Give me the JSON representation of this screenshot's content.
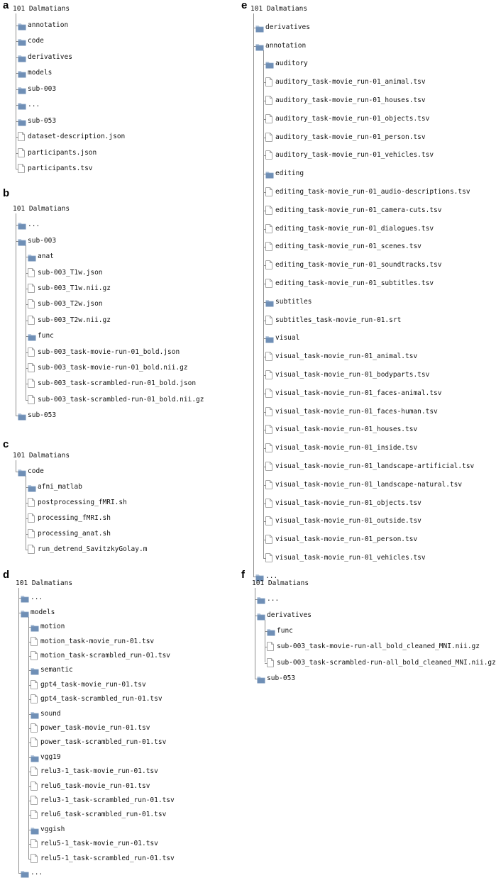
{
  "colors": {
    "folder_body": "#6f8fb6",
    "folder_tab": "#a3b9d3",
    "file_outline": "#8a8a8a",
    "tree_line": "#8e8e8e",
    "text": "#111111"
  },
  "panels": [
    {
      "id": "a",
      "letter": "a",
      "root": "101 Dalmatians",
      "entries": [
        {
          "name": "annotation",
          "type": "folder",
          "depth": 1
        },
        {
          "name": "code",
          "type": "folder",
          "depth": 1
        },
        {
          "name": "derivatives",
          "type": "folder",
          "depth": 1
        },
        {
          "name": "models",
          "type": "folder",
          "depth": 1
        },
        {
          "name": "sub-003",
          "type": "folder",
          "depth": 1
        },
        {
          "name": "...",
          "type": "folder",
          "depth": 1
        },
        {
          "name": "sub-053",
          "type": "folder",
          "depth": 1
        },
        {
          "name": "dataset-description.json",
          "type": "file",
          "depth": 1
        },
        {
          "name": "participants.json",
          "type": "file",
          "depth": 1
        },
        {
          "name": "participants.tsv",
          "type": "file",
          "depth": 1
        }
      ]
    },
    {
      "id": "b",
      "letter": "b",
      "root": "101 Dalmatians",
      "entries": [
        {
          "name": "...",
          "type": "folder",
          "depth": 1
        },
        {
          "name": "sub-003",
          "type": "folder",
          "depth": 1
        },
        {
          "name": "anat",
          "type": "folder",
          "depth": 2
        },
        {
          "name": "sub-003_T1w.json",
          "type": "file",
          "depth": 2
        },
        {
          "name": "sub-003_T1w.nii.gz",
          "type": "file",
          "depth": 2
        },
        {
          "name": "sub-003_T2w.json",
          "type": "file",
          "depth": 2
        },
        {
          "name": "sub-003_T2w.nii.gz",
          "type": "file",
          "depth": 2
        },
        {
          "name": "func",
          "type": "folder",
          "depth": 2
        },
        {
          "name": "sub-003_task-movie-run-01_bold.json",
          "type": "file",
          "depth": 2
        },
        {
          "name": "sub-003_task-movie-run-01_bold.nii.gz",
          "type": "file",
          "depth": 2
        },
        {
          "name": "sub-003_task-scrambled-run-01_bold.json",
          "type": "file",
          "depth": 2
        },
        {
          "name": "sub-003_task-scrambled-run-01_bold.nii.gz",
          "type": "file",
          "depth": 2
        },
        {
          "name": "sub-053",
          "type": "folder",
          "depth": 1
        }
      ]
    },
    {
      "id": "c",
      "letter": "c",
      "root": "101 Dalmatians",
      "entries": [
        {
          "name": "code",
          "type": "folder",
          "depth": 1
        },
        {
          "name": "afni_matlab",
          "type": "folder",
          "depth": 2
        },
        {
          "name": "postprocessing_fMRI.sh",
          "type": "file",
          "depth": 2
        },
        {
          "name": "processing_fMRI.sh",
          "type": "file",
          "depth": 2
        },
        {
          "name": "processing_anat.sh",
          "type": "file",
          "depth": 2
        },
        {
          "name": "run_detrend_SavitzkyGolay.m",
          "type": "file",
          "depth": 2
        }
      ]
    },
    {
      "id": "d",
      "letter": "d",
      "root": "101 Dalmatians",
      "entries": [
        {
          "name": "...",
          "type": "folder",
          "depth": 1
        },
        {
          "name": "models",
          "type": "folder",
          "depth": 1
        },
        {
          "name": "motion",
          "type": "folder",
          "depth": 2
        },
        {
          "name": "motion_task-movie_run-01.tsv",
          "type": "file",
          "depth": 2
        },
        {
          "name": "motion_task-scrambled_run-01.tsv",
          "type": "file",
          "depth": 2
        },
        {
          "name": "semantic",
          "type": "folder",
          "depth": 2
        },
        {
          "name": "gpt4_task-movie_run-01.tsv",
          "type": "file",
          "depth": 2
        },
        {
          "name": "gpt4_task-scrambled_run-01.tsv",
          "type": "file",
          "depth": 2
        },
        {
          "name": "sound",
          "type": "folder",
          "depth": 2
        },
        {
          "name": "power_task-movie_run-01.tsv",
          "type": "file",
          "depth": 2
        },
        {
          "name": "power_task-scrambled_run-01.tsv",
          "type": "file",
          "depth": 2
        },
        {
          "name": "vgg19",
          "type": "folder",
          "depth": 2
        },
        {
          "name": "relu3-1_task-movie_run-01.tsv",
          "type": "file",
          "depth": 2
        },
        {
          "name": "relu6_task-movie_run-01.tsv",
          "type": "file",
          "depth": 2
        },
        {
          "name": "relu3-1_task-scrambled_run-01.tsv",
          "type": "file",
          "depth": 2
        },
        {
          "name": "relu6_task-scrambled_run-01.tsv",
          "type": "file",
          "depth": 2
        },
        {
          "name": "vggish",
          "type": "folder",
          "depth": 2
        },
        {
          "name": "relu5-1_task-movie_run-01.tsv",
          "type": "file",
          "depth": 2
        },
        {
          "name": "relu5-1_task-scrambled_run-01.tsv",
          "type": "file",
          "depth": 2
        },
        {
          "name": "...",
          "type": "folder",
          "depth": 1
        }
      ]
    },
    {
      "id": "e",
      "letter": "e",
      "root": "101 Dalmatians",
      "entries": [
        {
          "name": "derivatives",
          "type": "folder",
          "depth": 1
        },
        {
          "name": "annotation",
          "type": "folder",
          "depth": 1
        },
        {
          "name": "auditory",
          "type": "folder",
          "depth": 2
        },
        {
          "name": "auditory_task-movie_run-01_animal.tsv",
          "type": "file",
          "depth": 2
        },
        {
          "name": "auditory_task-movie_run-01_houses.tsv",
          "type": "file",
          "depth": 2
        },
        {
          "name": "auditory_task-movie_run-01_objects.tsv",
          "type": "file",
          "depth": 2
        },
        {
          "name": "auditory_task-movie_run-01_person.tsv",
          "type": "file",
          "depth": 2
        },
        {
          "name": "auditory_task-movie_run-01_vehicles.tsv",
          "type": "file",
          "depth": 2
        },
        {
          "name": "editing",
          "type": "folder",
          "depth": 2
        },
        {
          "name": "editing_task-movie_run-01_audio-descriptions.tsv",
          "type": "file",
          "depth": 2
        },
        {
          "name": "editing_task-movie_run-01_camera-cuts.tsv",
          "type": "file",
          "depth": 2
        },
        {
          "name": "editing_task-movie_run-01_dialogues.tsv",
          "type": "file",
          "depth": 2
        },
        {
          "name": "editing_task-movie_run-01_scenes.tsv",
          "type": "file",
          "depth": 2
        },
        {
          "name": "editing_task-movie_run-01_soundtracks.tsv",
          "type": "file",
          "depth": 2
        },
        {
          "name": "editing_task-movie_run-01_subtitles.tsv",
          "type": "file",
          "depth": 2
        },
        {
          "name": "subtitles",
          "type": "folder",
          "depth": 2
        },
        {
          "name": "subtitles_task-movie_run-01.srt",
          "type": "file",
          "depth": 2
        },
        {
          "name": "visual",
          "type": "folder",
          "depth": 2
        },
        {
          "name": "visual_task-movie_run-01_animal.tsv",
          "type": "file",
          "depth": 2
        },
        {
          "name": "visual_task-movie_run-01_bodyparts.tsv",
          "type": "file",
          "depth": 2
        },
        {
          "name": "visual_task-movie_run-01_faces-animal.tsv",
          "type": "file",
          "depth": 2
        },
        {
          "name": "visual_task-movie_run-01_faces-human.tsv",
          "type": "file",
          "depth": 2
        },
        {
          "name": "visual_task-movie_run-01_houses.tsv",
          "type": "file",
          "depth": 2
        },
        {
          "name": "visual_task-movie_run-01_inside.tsv",
          "type": "file",
          "depth": 2
        },
        {
          "name": "visual_task-movie_run-01_landscape-artificial.tsv",
          "type": "file",
          "depth": 2
        },
        {
          "name": "visual_task-movie_run-01_landscape-natural.tsv",
          "type": "file",
          "depth": 2
        },
        {
          "name": "visual_task-movie_run-01_objects.tsv",
          "type": "file",
          "depth": 2
        },
        {
          "name": "visual_task-movie_run-01_outside.tsv",
          "type": "file",
          "depth": 2
        },
        {
          "name": "visual_task-movie_run-01_person.tsv",
          "type": "file",
          "depth": 2
        },
        {
          "name": "visual_task-movie_run-01_vehicles.tsv",
          "type": "file",
          "depth": 2
        },
        {
          "name": "...",
          "type": "folder",
          "depth": 1
        }
      ]
    },
    {
      "id": "f",
      "letter": "f",
      "root": "101 Dalmatians",
      "entries": [
        {
          "name": "...",
          "type": "folder",
          "depth": 1
        },
        {
          "name": "derivatives",
          "type": "folder",
          "depth": 1
        },
        {
          "name": "func",
          "type": "folder",
          "depth": 2
        },
        {
          "name": "sub-003_task-movie-run-all_bold_cleaned_MNI.nii.gz",
          "type": "file",
          "depth": 2
        },
        {
          "name": "sub-003_task-scrambled-run-all_bold_cleaned_MNI.nii.gz",
          "type": "file",
          "depth": 2
        },
        {
          "name": "sub-053",
          "type": "folder",
          "depth": 1
        }
      ]
    }
  ]
}
